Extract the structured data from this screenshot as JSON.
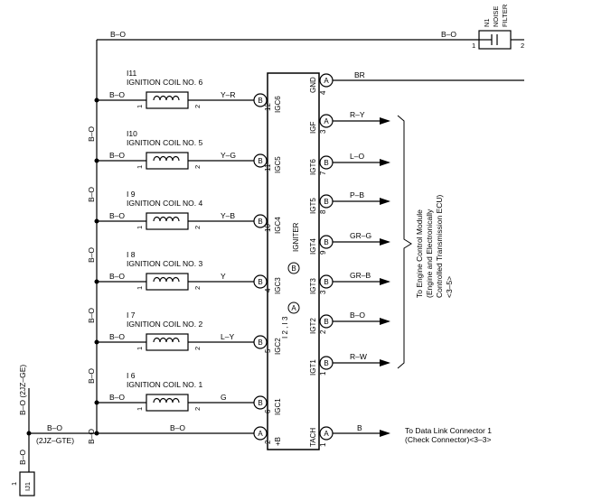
{
  "filter": {
    "id": "N1",
    "name_line1": "NOISE",
    "name_line2": "FILTER",
    "pin1": "1",
    "pin2": "2",
    "wire_in": "B–O"
  },
  "top_wire": "B–O",
  "igniter": {
    "title": "IGNITER",
    "connector_label": "I 2 , I 3",
    "conn_a": "A",
    "conn_b": "B",
    "ground": {
      "terminal": "GND",
      "pin": "4",
      "conn": "A",
      "wire": "BR"
    },
    "left_pins": [
      {
        "terminal": "IGC6",
        "pin": "12",
        "conn": "B"
      },
      {
        "terminal": "IGC5",
        "pin": "11",
        "conn": "B"
      },
      {
        "terminal": "IGC4",
        "pin": "10",
        "conn": "B"
      },
      {
        "terminal": "IGC3",
        "pin": "4",
        "conn": "B"
      },
      {
        "terminal": "IGC2",
        "pin": "5",
        "conn": "B"
      },
      {
        "terminal": "IGC1",
        "pin": "6",
        "conn": "B"
      },
      {
        "terminal": "+B",
        "pin": "2",
        "conn": "A"
      }
    ],
    "right_pins": [
      {
        "terminal": "IGF",
        "pin": "3",
        "conn": "A",
        "wire": "R–Y"
      },
      {
        "terminal": "IGT6",
        "pin": "7",
        "conn": "B",
        "wire": "L–O"
      },
      {
        "terminal": "IGT5",
        "pin": "8",
        "conn": "B",
        "wire": "P–B"
      },
      {
        "terminal": "IGT4",
        "pin": "9",
        "conn": "B",
        "wire": "GR–G"
      },
      {
        "terminal": "IGT3",
        "pin": "3",
        "conn": "B",
        "wire": "GR–B"
      },
      {
        "terminal": "IGT2",
        "pin": "2",
        "conn": "B",
        "wire": "B–O"
      },
      {
        "terminal": "IGT1",
        "pin": "1",
        "conn": "B",
        "wire": "R–W"
      }
    ],
    "tach": {
      "terminal": "TACH",
      "pin": "1",
      "conn": "A",
      "wire": "B"
    }
  },
  "coils": [
    {
      "id": "I11",
      "name": "IGNITION COIL NO. 6",
      "in_wire": "B–O",
      "out_wire": "Y–R",
      "pin1": "1",
      "pin2": "2",
      "riser": "B–O"
    },
    {
      "id": "I10",
      "name": "IGNITION COIL NO. 5",
      "in_wire": "B–O",
      "out_wire": "Y–G",
      "pin1": "1",
      "pin2": "2",
      "riser": "B–O"
    },
    {
      "id": "I 9",
      "name": "IGNITION COIL NO. 4",
      "in_wire": "B–O",
      "out_wire": "Y–B",
      "pin1": "1",
      "pin2": "2",
      "riser": "B–O"
    },
    {
      "id": "I 8",
      "name": "IGNITION COIL NO. 3",
      "in_wire": "B–O",
      "out_wire": "Y",
      "pin1": "1",
      "pin2": "2",
      "riser": "B–O"
    },
    {
      "id": "I 7",
      "name": "IGNITION COIL NO. 2",
      "in_wire": "B–O",
      "out_wire": "L–Y",
      "pin1": "1",
      "pin2": "2",
      "riser": "B–O"
    },
    {
      "id": "I 6",
      "name": "IGNITION COIL NO. 1",
      "in_wire": "B–O",
      "out_wire": "G",
      "pin1": "1",
      "pin2": "2",
      "riser": "B–O"
    }
  ],
  "bottom": {
    "wire_plusb": "B–O",
    "wire_left": "B–O",
    "variant": "(2JZ–GTE)",
    "vertical_left": "B–O (2JZ–GE)",
    "vertical_down": "B–O",
    "junction": "IJ1",
    "junction_pin": "1"
  },
  "ecm_note": {
    "line1": "To Engine Control Module",
    "line2": "(Engine and Electronically",
    "line3": "Controlled Transmission ECU)",
    "line4": "<3–5>"
  },
  "dlc_note": {
    "line1": "To Data Link Connector 1",
    "line2": "(Check Connector)<3–3>"
  }
}
